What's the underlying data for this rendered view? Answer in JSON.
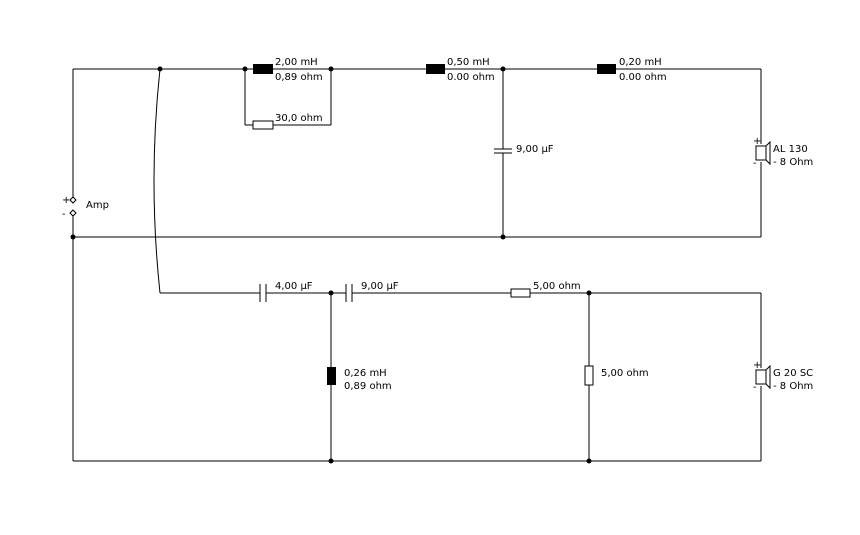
{
  "amp": {
    "plus": "+",
    "minus": "-",
    "label": "Amp"
  },
  "tweeter_branch": {
    "l1": {
      "value": "2,00 mH",
      "resistance": "0,89 ohm"
    },
    "r_parallel": {
      "value": "30,0 ohm"
    },
    "l2": {
      "value": "0,50 mH",
      "resistance": "0.00 ohm"
    },
    "l3": {
      "value": "0,20 mH",
      "resistance": "0.00 ohm"
    },
    "c_shunt": {
      "value": "9,00 µF"
    },
    "speaker": {
      "plus": "+",
      "name": "AL 130",
      "impedance": "- 8 Ohm"
    }
  },
  "woofer_branch": {
    "c1": {
      "value": "4,00 µF"
    },
    "c2": {
      "value": "9,00 µF"
    },
    "r_series": {
      "value": "5,00 ohm"
    },
    "l_shunt": {
      "value": "0,26 mH",
      "resistance": "0,89 ohm"
    },
    "r_shunt": {
      "value": "5,00 ohm"
    },
    "speaker": {
      "plus": "+",
      "name": "G 20 SC",
      "impedance": "- 8 Ohm"
    }
  },
  "colors": {
    "wire": "#000000",
    "background": "#ffffff"
  }
}
